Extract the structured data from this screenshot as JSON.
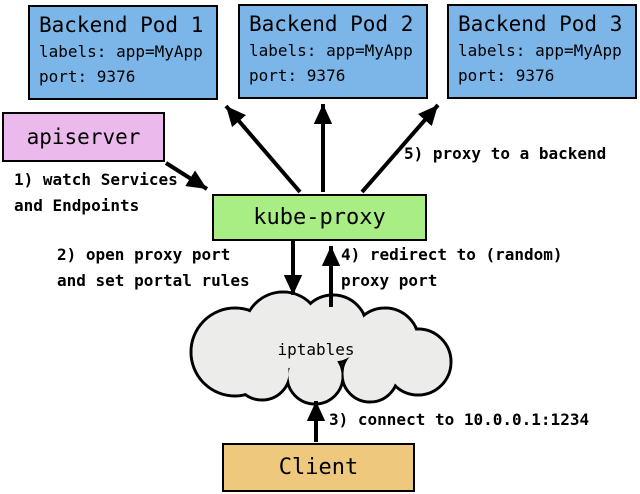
{
  "colors": {
    "pod": "#7cb5e8",
    "apiserver": "#ecb9ec",
    "kube_proxy": "#a9ed85",
    "client": "#edc87d",
    "cloud": "#ececea"
  },
  "pods": [
    {
      "title": "Backend Pod 1",
      "labels": "labels: app=MyApp",
      "port": "port: 9376"
    },
    {
      "title": "Backend Pod 2",
      "labels": "labels: app=MyApp",
      "port": "port: 9376"
    },
    {
      "title": "Backend Pod 3",
      "labels": "labels: app=MyApp",
      "port": "port: 9376"
    }
  ],
  "nodes": {
    "apiserver": "apiserver",
    "kube_proxy": "kube-proxy",
    "iptables": "iptables",
    "client": "Client"
  },
  "annotations": {
    "step1": "1) watch Services\nand Endpoints",
    "step2": "2) open proxy port\nand set portal rules",
    "step3": "3) connect to 10.0.0.1:1234",
    "step4": "4) redirect to (random)\nproxy port",
    "step5": "5) proxy to a backend"
  }
}
